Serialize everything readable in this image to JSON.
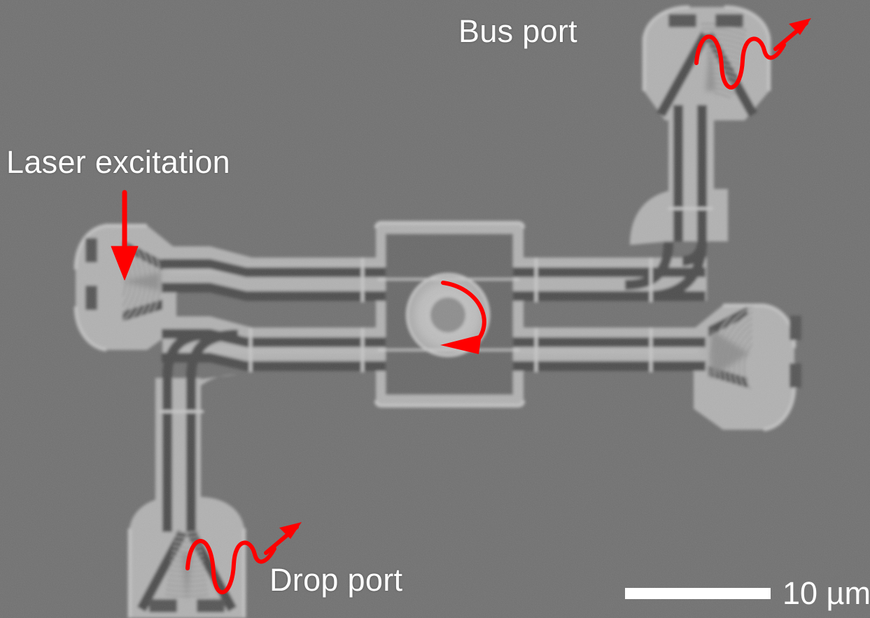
{
  "image": {
    "kind": "sem-micrograph",
    "subject": "suspended silicon microring resonator with grating couplers",
    "background_color": "#737373",
    "membrane_color": "#b4b4b4",
    "trench_color": "#4f4f4f",
    "anchor_pad_color": "#585858",
    "annotation_color": "#ff0000",
    "label_color": "#ffffff"
  },
  "annotations": {
    "laser": {
      "label": "Laser excitation",
      "marker": "straight-down-arrow"
    },
    "bus": {
      "label": "Bus port",
      "marker": "sine-wave-arrow-up-right"
    },
    "drop": {
      "label": "Drop port",
      "marker": "sine-wave-arrow-up-right"
    },
    "ring": {
      "marker": "curved-clockwise-arrow"
    }
  },
  "scalebar": {
    "length_label": "10 µm",
    "bar_color": "#ffffff"
  }
}
